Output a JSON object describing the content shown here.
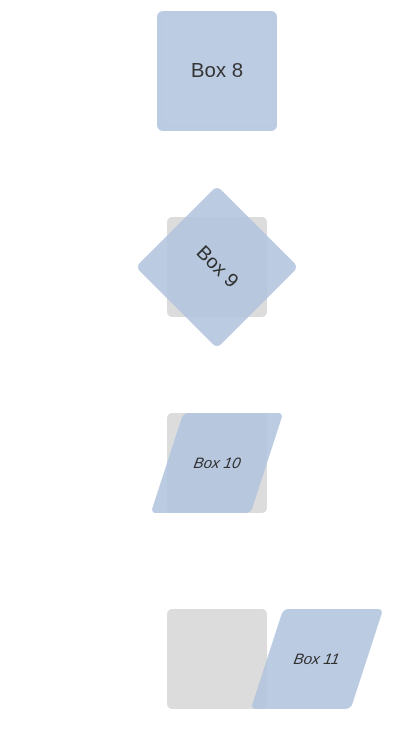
{
  "boxes": [
    {
      "label": "Box 8"
    },
    {
      "label": "Box 9"
    },
    {
      "label": "Box 10"
    },
    {
      "label": "Box 11"
    }
  ],
  "colors": {
    "box_fill": "#b0c4de",
    "placeholder_fill": "#dcdcdc",
    "text": "#2f2f2f"
  }
}
